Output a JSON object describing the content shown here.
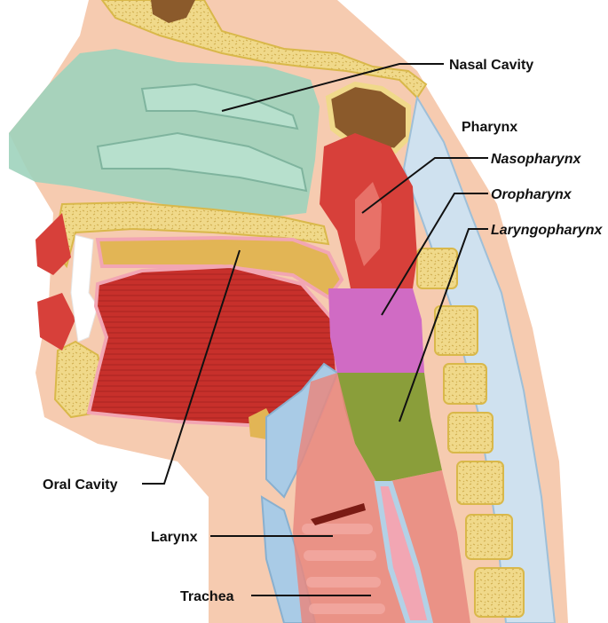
{
  "labels": {
    "nasal_cavity": "Nasal Cavity",
    "pharynx": "Pharynx",
    "nasopharynx": "Nasopharynx",
    "oropharynx": "Oropharynx",
    "laryngopharynx": "Laryngopharynx",
    "oral_cavity": "Oral Cavity",
    "larynx": "Larynx",
    "trachea": "Trachea"
  },
  "colors": {
    "skin": "#f6cbb0",
    "bone": "#f0d98a",
    "bone_outline": "#d9b84a",
    "nasal_cavity": "#9fd3bd",
    "nasopharynx": "#d7403a",
    "oropharynx": "#d06bc4",
    "laryngopharynx": "#8a9e3a",
    "tongue": "#c7302b",
    "mucosa": "#f2a6b3",
    "airway": "#e8887f",
    "cartilage": "#a9cbe6",
    "sphenoid": "#8b5a2b"
  }
}
